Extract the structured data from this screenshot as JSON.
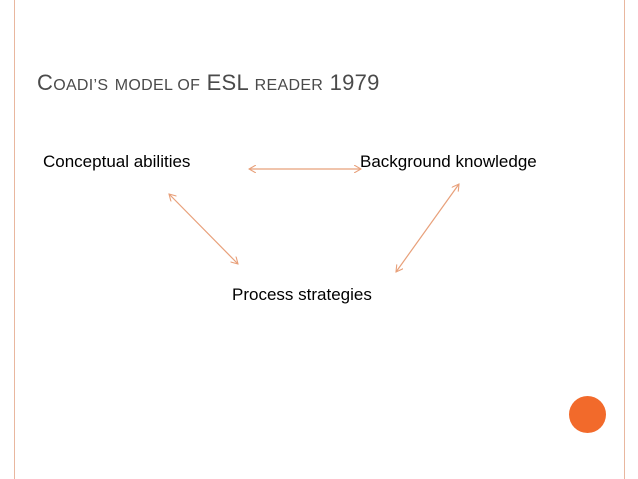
{
  "slide": {
    "title_parts": {
      "c": "C",
      "oadis": "OADI’S",
      "model_of": "MODEL OF",
      "esl": "ESL",
      "reader": "READER",
      "year": "1979"
    }
  },
  "diagram": {
    "nodes": {
      "conceptual": "Conceptual abilities",
      "background": "Background knowledge",
      "process": "Process strategies"
    },
    "connections": [
      {
        "from": "conceptual",
        "to": "background",
        "type": "bidirectional"
      },
      {
        "from": "conceptual",
        "to": "process",
        "type": "bidirectional"
      },
      {
        "from": "background",
        "to": "process",
        "type": "bidirectional"
      }
    ],
    "colors": {
      "arrow": "#e8a07a",
      "frame": "#e9b79f",
      "accent": "#f26a2b"
    }
  }
}
